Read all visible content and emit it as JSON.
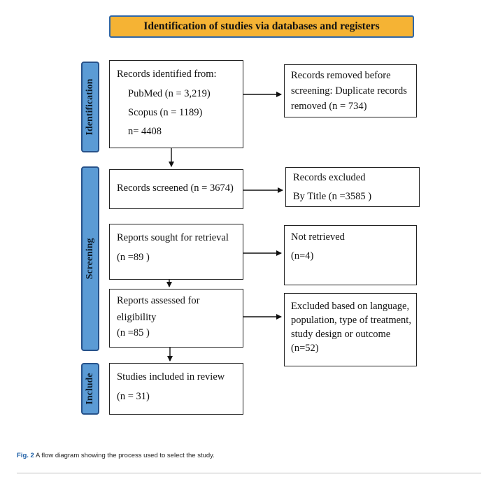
{
  "header": {
    "title": "Identification of studies via databases and registers"
  },
  "stages": {
    "identification": "Identification",
    "screening": "Screening",
    "include": "Include"
  },
  "boxes": {
    "records_identified": {
      "title": "Records identified from:",
      "pubmed": "PubMed (n = 3,219)",
      "scopus": "Scopus (n = 1189)",
      "total": "n= 4408"
    },
    "records_removed": {
      "text": "Records removed before screening: Duplicate records removed  (n = 734)"
    },
    "records_screened": {
      "text": "Records screened (n = 3674)"
    },
    "records_excluded": {
      "title": "Records excluded",
      "by_title": "By Title (n =3585 )"
    },
    "reports_sought": {
      "title": "Reports sought for retrieval",
      "count": "(n =89 )"
    },
    "not_retrieved": {
      "title": "Not retrieved",
      "count": "(n=4)"
    },
    "reports_assessed": {
      "title": "Reports assessed for eligibility",
      "count": "(n =85 )"
    },
    "excluded": {
      "text": "Excluded based on language, population, type of treatment, study design or outcome (n=52)"
    },
    "studies_included": {
      "title": "Studies included in review",
      "count": "(n = 31)"
    }
  },
  "caption": {
    "label": "Fig. 2",
    "text": "A flow diagram showing the process used to select the study."
  },
  "colors": {
    "header_fill": "#f5b334",
    "header_border": "#2f67a8",
    "stage_fill": "#5b9bd5",
    "stage_border": "#27528a",
    "caption_label": "#1d5fa6"
  }
}
